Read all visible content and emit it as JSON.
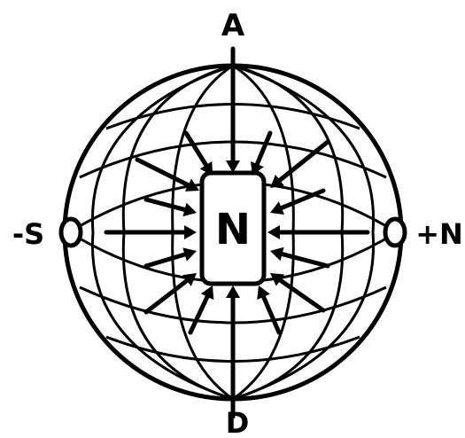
{
  "diagram": {
    "center_label": "N",
    "top_label": "A",
    "bottom_label": "D",
    "left_label": "-S",
    "right_label": "+N"
  },
  "colors": {
    "ink": "#000000",
    "background": "#ffffff"
  }
}
